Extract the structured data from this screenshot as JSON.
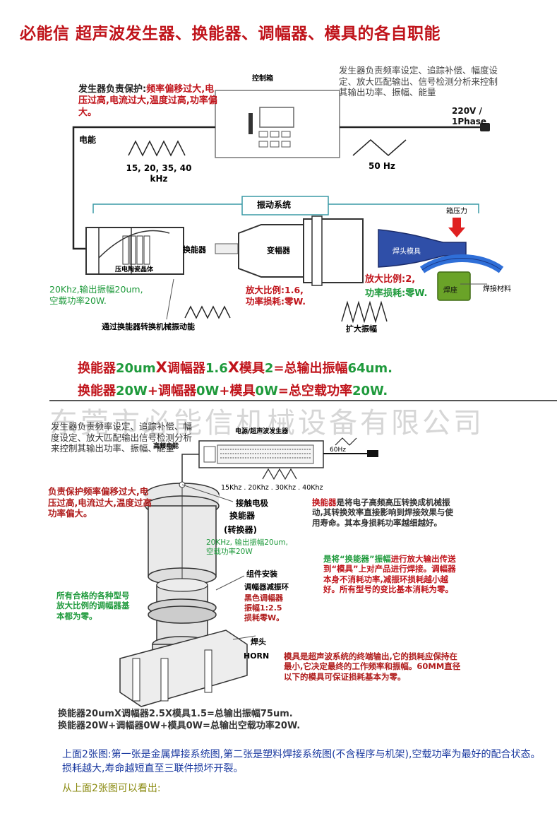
{
  "title": "必能信  超声波发生器、换能器、调幅器、模具的各自职能",
  "fig1": {
    "control_box": "控制箱",
    "gen_protect_prefix": "发生器负责保护:",
    "gen_protect_text": "频率偏移过大,电压过高,电流过大,温度过高,功率偏大。",
    "gen_function": "发生器负责频率设定、追踪补偿、幅度设定、放大匹配输出、信号检测分析来控制其输出功率、振幅、能量",
    "power_supply": "220V / 1Phase",
    "energy": "电能",
    "freq_left": "15, 20, 35, 40\nkHz",
    "freq_right": "50 Hz",
    "vibration_system": "振动系统",
    "transducer": "换能器",
    "piezo": "压电陶瓷晶体",
    "booster": "变幅器",
    "horn": "焊头模具",
    "press": "箱压力",
    "weld_seat": "焊座",
    "weld_material": "焊接材料",
    "transducer_spec": "20Khz,输出振幅20um,\n空载功率20W.",
    "booster_spec": "放大比例:1.6,\n功率损耗:零W.",
    "horn_spec_line1": "放大比例:2,",
    "horn_spec_line2": "功率损耗:零W.",
    "convert_note": "通过换能器转换机械振动能",
    "amplify_note": "扩大振幅",
    "eq1": [
      "换能器",
      "20um",
      "X",
      "调幅器",
      "1.6",
      "X",
      "模具",
      "2",
      "=总输出振幅",
      "64um."
    ],
    "eq2": [
      "换能器",
      "20W",
      "+",
      "调幅器",
      "0W",
      "+",
      "模具",
      "0W",
      "=总空载功率",
      "20W."
    ]
  },
  "watermark": "东莞市必能信机械设备有限公司",
  "fig2": {
    "gen_function": "发生器负责频率设定、追踪补偿、幅度设定、放大匹配输出信号检测分析来控制其输出功率、振幅、能量",
    "gen_protect": "负责保护频率偏移过大,电压过高,电流过大,温度过高功率偏大。",
    "generator_label": "电源/超声波发生器",
    "hf_energy": "高频电能",
    "freq_60": "60Hz",
    "freq_list": "15Khz . 20Khz . 30Khz . 40Khz",
    "contact_electrode": "接触电极",
    "transducer_label": "换能器",
    "converter_label": "(转换器)",
    "transducer_spec": "20KHz, 输出振幅20um,空载功率20W",
    "transducer_desc_lead": "换能器",
    "transducer_desc": "是将电子高频高压转换成机械振动,其转换效率直接影响到焊接效果与使用寿命。其本身损耗功率越细越好。",
    "assembly": "组件安装",
    "booster_ring": "调幅器减振环",
    "booster_spec": "黑色调幅器\n振幅1:2.5\n损耗零W。",
    "booster_desc_lead": "是将“换能器”振幅",
    "booster_desc": "进行放大输出传送到“模具”上对产品进行焊接。调幅器本身不消耗功率,减振环损耗越小越好。所有型号的变比基本消耗为零。",
    "qualified_note": "所有合格的各种型号放大比例的调幅器基本都为零。",
    "horn_cn": "焊头",
    "horn_en": "HORN",
    "horn_desc_lead": "模具",
    "horn_desc": "是超声波系统的终端输出,它的损耗应保持在最小,它决定最终的工作频率和振幅。60MM直径以下的模具可保证损耗基本为零。",
    "eq1": "换能器20umX调幅器2.5X模具1.5=总输出振幅75um.",
    "eq2": "换能器20W+调幅器0W+模具0W=总输出空载功率20W."
  },
  "footer": {
    "line1": "上面2张图:第一张是金属焊接系统图,第二张是塑料焊接系统图(不含程序与机架),空载功率为最好的配合状态。损耗越大,寿命越短直至三联件损坏开裂。",
    "line2": "从上面2张图可以看出:"
  },
  "colors": {
    "red": "#c0141b",
    "green": "#1f9a3c",
    "blue": "#1b3aa0",
    "teal": "#3a9aa6",
    "horn_blue": "#2f4fa8"
  }
}
